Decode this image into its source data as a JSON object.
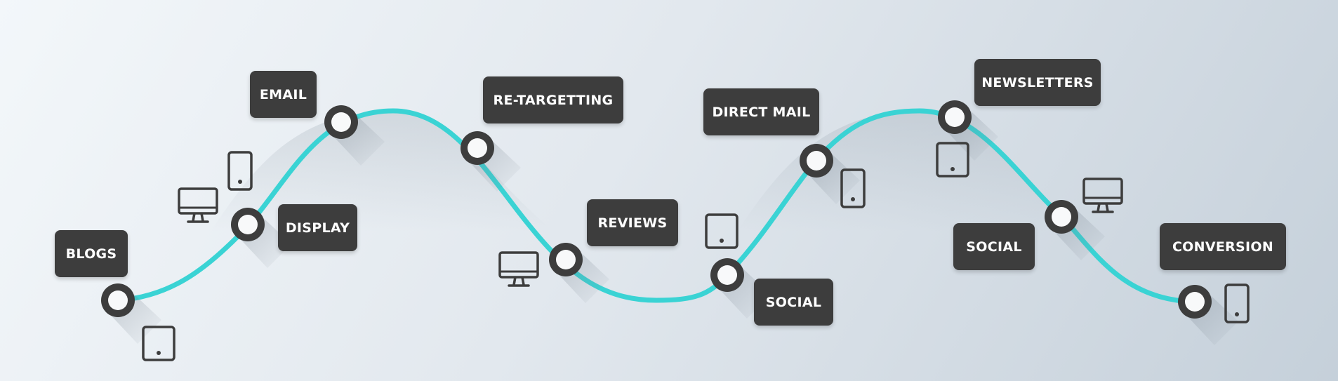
{
  "journey": {
    "line_color": "#3ad3d4",
    "label_color": "#3d3d3d",
    "icon_color": "#3d3d3d",
    "stages": [
      {
        "label": "BLOGS",
        "device": "tablet-icon"
      },
      {
        "label": "DISPLAY",
        "device": "desktop-monitor-icon"
      },
      {
        "label": "EMAIL",
        "device": "smartphone-icon"
      },
      {
        "label": "RE-TARGETTING",
        "device": ""
      },
      {
        "label": "REVIEWS",
        "device": "desktop-monitor-icon"
      },
      {
        "label": "SOCIAL",
        "device": "tablet-icon"
      },
      {
        "label": "DIRECT MAIL",
        "device": "smartphone-icon"
      },
      {
        "label": "NEWSLETTERS",
        "device": "tablet-icon"
      },
      {
        "label": "SOCIAL",
        "device": "desktop-monitor-icon"
      },
      {
        "label": "CONVERSION",
        "device": "smartphone-icon"
      }
    ]
  }
}
